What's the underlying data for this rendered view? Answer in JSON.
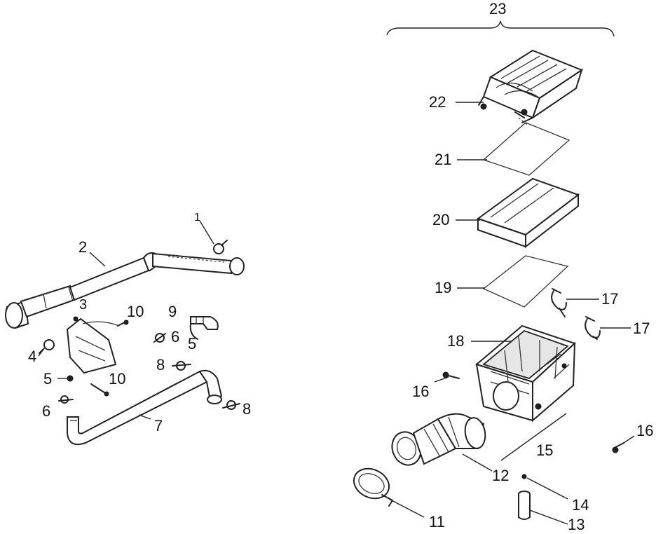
{
  "diagram": {
    "labels": {
      "l1": "1",
      "l2": "2",
      "l3": "3",
      "l4": "4",
      "l5a": "5",
      "l5b": "5",
      "l6a": "6",
      "l6b": "6",
      "l7": "7",
      "l8a": "8",
      "l8b": "8",
      "l9": "9",
      "l10a": "10",
      "l10b": "10",
      "l11": "11",
      "l12": "12",
      "l13": "13",
      "l14": "14",
      "l15": "15",
      "l16a": "16",
      "l16b": "16",
      "l17a": "17",
      "l17b": "17",
      "l18": "18",
      "l19": "19",
      "l20": "20",
      "l21": "21",
      "l22": "22",
      "l23": "23"
    }
  }
}
